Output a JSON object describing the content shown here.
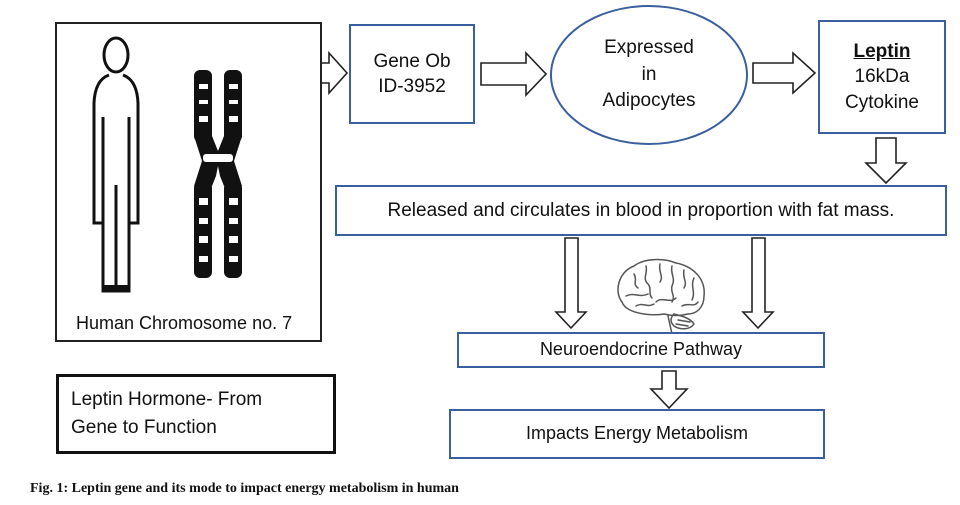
{
  "chromosome_panel": {
    "label": "Human Chromosome no. 7"
  },
  "gene_box": {
    "line1": "Gene Ob",
    "line2": "ID-3952"
  },
  "expressed_ellipse": {
    "line1": "Expressed",
    "line2": "in",
    "line3": "Adipocytes"
  },
  "leptin_box": {
    "title": "Leptin",
    "line2": "16kDa",
    "line3": "Cytokine"
  },
  "released_box": {
    "text": "Released and circulates in blood in proportion with fat mass."
  },
  "neuro_box": {
    "text": "Neuroendocrine Pathway"
  },
  "energy_box": {
    "text": "Impacts Energy Metabolism"
  },
  "title_box": {
    "line1": "Leptin Hormone- From",
    "line2": "Gene to Function"
  },
  "caption": {
    "text": "Fig. 1: Leptin gene and its mode to impact energy metabolism in human"
  },
  "colors": {
    "box_border": "#3a5f9e",
    "outline": "#222222",
    "brain": "#555555"
  },
  "icons": [
    "human-figure-icon",
    "chromosome-icon",
    "brain-icon"
  ]
}
